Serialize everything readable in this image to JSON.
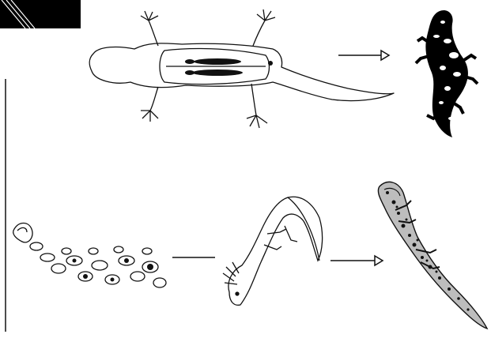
{
  "figure": {
    "panels": [
      {
        "id": "top",
        "stages": [
          "salamander-anatomy",
          "spotted-salamander"
        ]
      },
      {
        "id": "bottom",
        "stages": [
          "egg-string",
          "larva",
          "adult-newt"
        ]
      }
    ]
  },
  "colors": {
    "ink": "#111111",
    "paper": "#ffffff",
    "corner_block": "#000000"
  },
  "icons": [
    "arrow-right-icon",
    "arrow-right-icon",
    "line-connector"
  ]
}
